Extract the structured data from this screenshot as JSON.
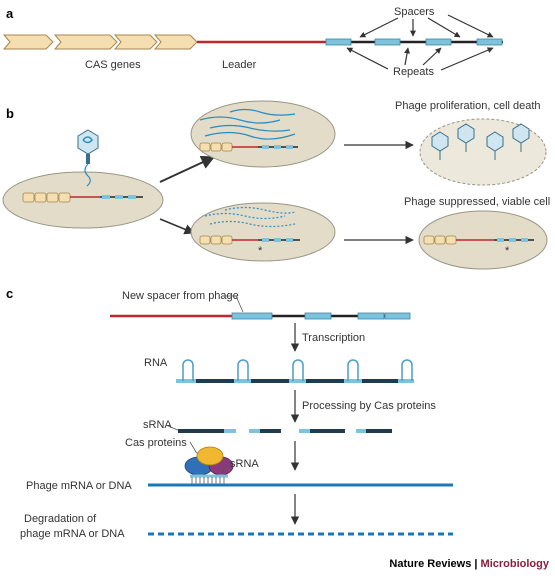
{
  "panels": {
    "a": "a",
    "b": "b",
    "c": "c"
  },
  "panel_a": {
    "cas_genes_label": "CAS genes",
    "leader_label": "Leader",
    "spacers_label": "Spacers",
    "repeats_label": "Repeats"
  },
  "panel_b": {
    "outcome_top": "Phage proliferation, cell death",
    "outcome_bottom": "Phage suppressed, viable cell",
    "asterisk": "*"
  },
  "panel_c": {
    "new_spacer_label": "New spacer from phage",
    "transcription_label": "Transcription",
    "rna_label": "RNA",
    "processing_label": "Processing by Cas proteins",
    "srna_label": "sRNA",
    "cas_proteins_label": "Cas proteins",
    "srna_label_2": "sRNA",
    "target_label": "Phage mRNA or DNA",
    "degradation_line1": "Degradation of",
    "degradation_line2": "phage mRNA or DNA"
  },
  "credit": {
    "journal": "Nature Reviews",
    "separator": " | ",
    "section": "Microbiology"
  },
  "colors": {
    "gene_fill": "#f5dfb0",
    "gene_stroke": "#a58550",
    "leader": "#c0272d",
    "repeat": "#222222",
    "spacer": "#7ec3dc",
    "spacer_stroke": "#3d86a8",
    "cell_fill": "#e2dcc8",
    "cell_stroke": "#9a9585",
    "phage_dna": "#2b8cc4",
    "credit_section": "#8b1e3f"
  }
}
